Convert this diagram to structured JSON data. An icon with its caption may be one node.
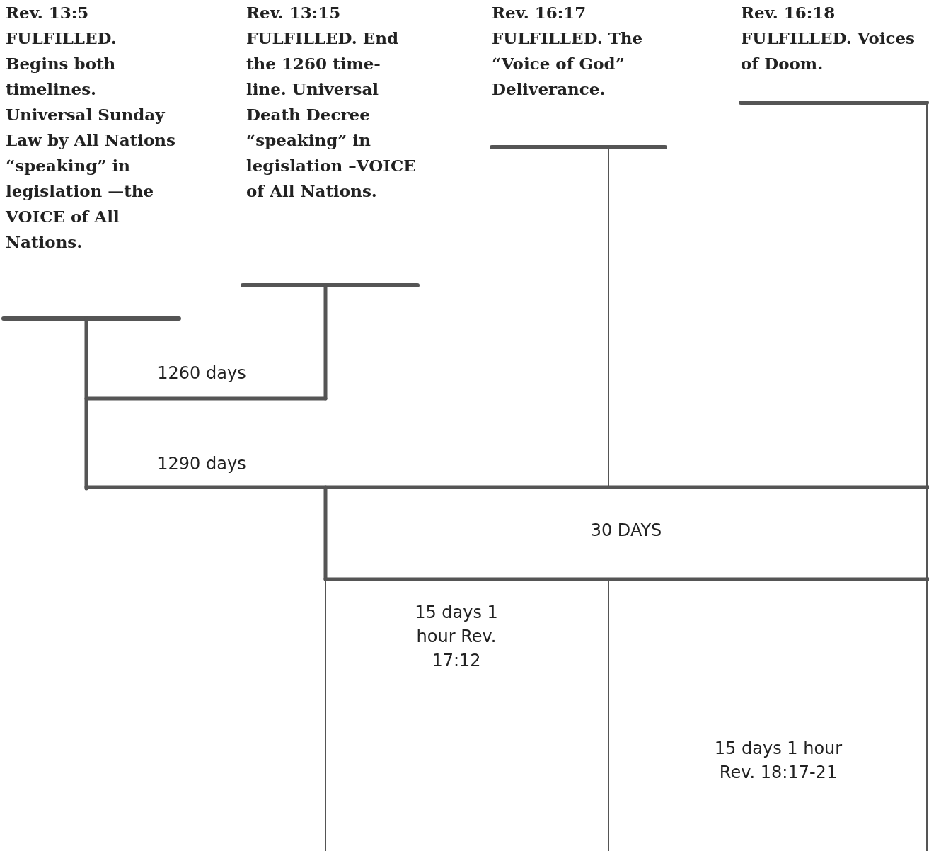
{
  "diagram": {
    "labels": [
      "Rev. 13:5 FULFILLED. Begins both timelines. Universal Sunday Law by All Nations “speaking” in legislation —the VOICE of All Nations.",
      "Rev. 13:15 FULFILLED. End the 1260 time-line. Universal Death Decree “speaking” in legislation –VOICE of All Nations.",
      "Rev. 16:17 FULFILLED. The “Voice of God” Deliverance.",
      "Rev. 16:18 FULFILLED. Voices of Doom.",
      "1260 days",
      "1290 days",
      "30 DAYS",
      "15 days 1 hour Rev. 17:12",
      "15 days 1 hour Rev. 18:17-21"
    ]
  }
}
